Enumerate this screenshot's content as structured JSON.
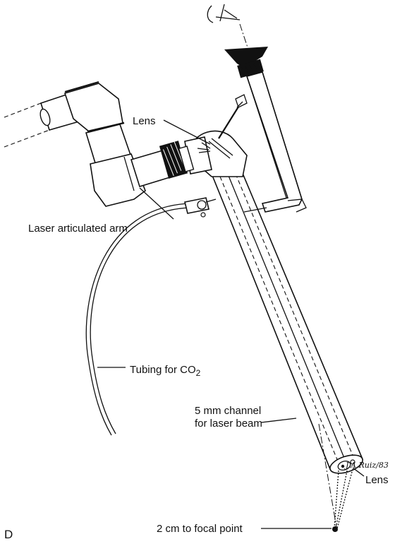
{
  "labels": {
    "lens_top": "Lens",
    "laser_arm": "Laser articulated arm",
    "tubing_prefix": "Tubing for CO",
    "tubing_sub": "2",
    "channel_line1": "5 mm channel",
    "channel_line2": "for laser beam",
    "lens_bottom": "Lens",
    "focal": "2 cm to focal point",
    "panel": "D",
    "signature": "J.A.Ruiz/83"
  }
}
